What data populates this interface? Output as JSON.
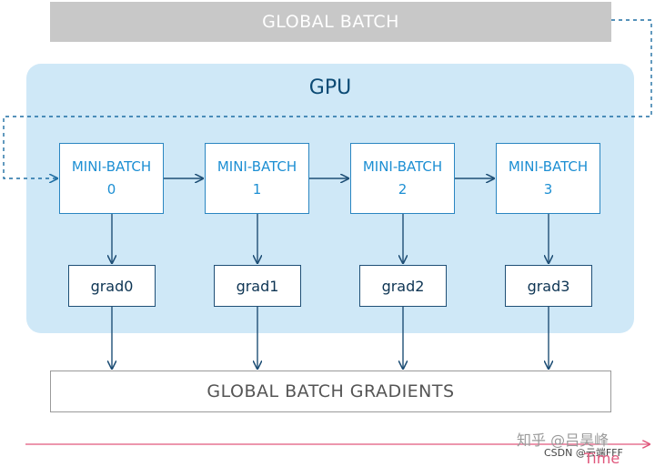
{
  "global_batch_label": "GLOBAL BATCH",
  "gpu_label": "GPU",
  "mini_batches": [
    {
      "line1": "MINI-BATCH",
      "line2": "0"
    },
    {
      "line1": "MINI-BATCH",
      "line2": "1"
    },
    {
      "line1": "MINI-BATCH",
      "line2": "2"
    },
    {
      "line1": "MINI-BATCH",
      "line2": "3"
    }
  ],
  "grads": [
    "grad0",
    "grad1",
    "grad2",
    "grad3"
  ],
  "global_batch_gradients_label": "GLOBAL BATCH GRADIENTS",
  "time_label": "Time",
  "watermark_zhihu": "知乎 @吕昊峰",
  "watermark_csdn": "CSDN @云端FFF",
  "colors": {
    "panel": "#cfe8f7",
    "accent": "#1d8fd3",
    "dark_text": "#0d3453",
    "arrow": "#1f4f76",
    "time_line": "#e0577c"
  }
}
